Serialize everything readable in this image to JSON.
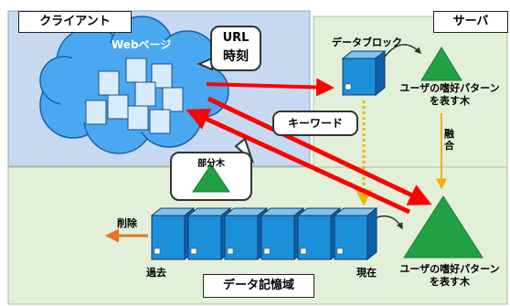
{
  "regions": {
    "client": "クライアント",
    "server": "サーバ",
    "storage": "データ記憶域"
  },
  "client": {
    "webpages_label": "Webページ",
    "url_time_line1": "URL",
    "url_time_line2": "時刻",
    "subtree_label": "部分木"
  },
  "keyword_label": "キーワード",
  "server": {
    "datablock_label": "データブロック",
    "prefs_tree_line1": "ユーザの嗜好パターン",
    "prefs_tree_line2": "を表す木",
    "merge_label": "融合"
  },
  "storage": {
    "delete_label": "削除",
    "past_label": "過去",
    "present_label": "現在",
    "prefs_tree_line1": "ユーザの嗜好パターン",
    "prefs_tree_line2": "を表す木"
  },
  "colors": {
    "client_bg": "#c6d9f1",
    "server_bg": "#e2f0d9",
    "storage_bg": "#e2f0d9",
    "cloud_fill": "#4aa8f0",
    "block_fill": "#1c8fd9",
    "tree_fill": "#22a144",
    "red_arrow": "#ff0000",
    "orange_arrow": "#e8731c",
    "merge_arrow": "#f0b400"
  }
}
